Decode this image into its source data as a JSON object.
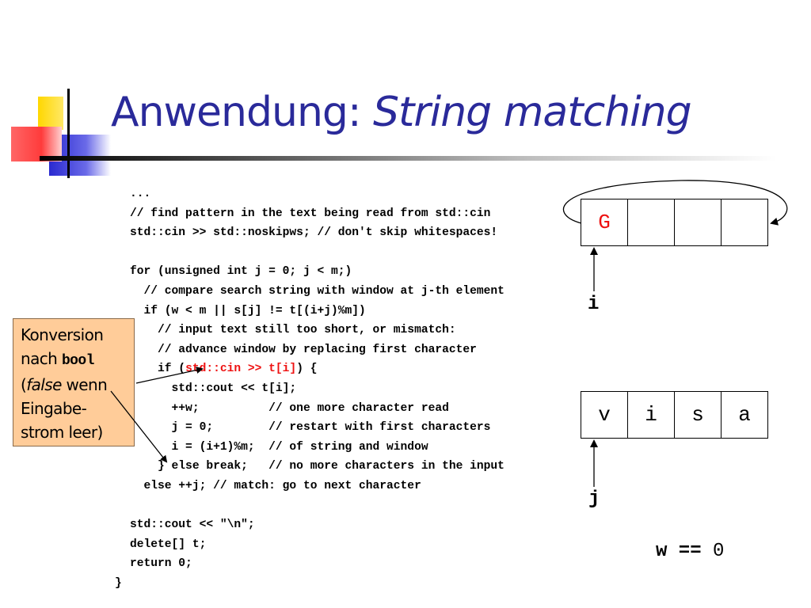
{
  "slide": {
    "title_plain": "Anwendung: ",
    "title_italic": "String matching"
  },
  "code_lines": [
    "...",
    "// find pattern in the text being read from std::cin",
    "std::cin >> std::noskipws; // don't skip whitespaces!",
    "",
    "for (unsigned int j = 0; j < m;)",
    "  // compare search string with window at j-th element",
    "  if (w < m || s[j] != t[(i+j)%m])",
    "    // input text still too short, or mismatch:",
    "    // advance window by replacing first character",
    "    if (",
    "      std::cout << t[i];",
    "      ++w;          // one more character read",
    "      j = 0;        // restart with first characters",
    "      i = (i+1)%m;  // of string and window",
    "    } else break;   // no more characters in the input",
    "  else ++j; // match: go to next character",
    "",
    "std::cout << \"\\n\";",
    "delete[] t;",
    "return 0;"
  ],
  "code_highlight": "std::cin >> t[i]",
  "code_highlight_suffix": ") {",
  "code_closing_brace": "}",
  "callout": {
    "line1": "Konversion",
    "line2_prefix": "nach ",
    "line2_code": "bool",
    "line3_open": "(",
    "line3_italic": "false",
    "line3_rest": " wenn",
    "line4": "Eingabe-",
    "line5": "strom leer)"
  },
  "text_window": [
    "G",
    "",
    "",
    ""
  ],
  "search_string": [
    "v",
    "i",
    "s",
    "a"
  ],
  "labels": {
    "i": "i",
    "j": "j",
    "w_var": "w ==",
    "w_value": " 0"
  }
}
